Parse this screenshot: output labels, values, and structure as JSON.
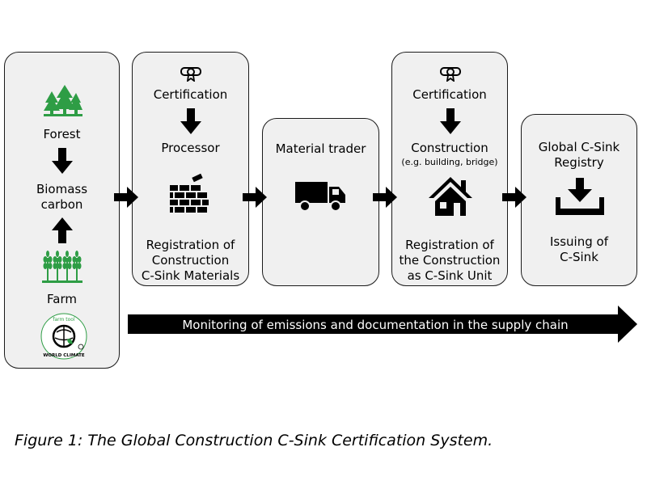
{
  "stages": {
    "farm_forest": {
      "forest": "Forest",
      "biomass_line1": "Biomass",
      "biomass_line2": "carbon",
      "farm": "Farm"
    },
    "processor": {
      "certification": "Certification",
      "processor": "Processor",
      "reg_line1": "Registration of",
      "reg_line2": "Construction",
      "reg_line3": "C-Sink Materials"
    },
    "trader": {
      "label": "Material trader"
    },
    "construction": {
      "certification": "Certification",
      "construction": "Construction",
      "construction_note": "(e.g. building, bridge)",
      "reg_line1": "Registration of",
      "reg_line2": "the Construction",
      "reg_line3": "as C-Sink Unit"
    },
    "registry": {
      "title_line1": "Global C-Sink",
      "title_line2": "Registry",
      "issue_line1": "Issuing of",
      "issue_line2": "C-Sink"
    }
  },
  "monitoring": "Monitoring of emissions and documentation in the supply chain",
  "logo": {
    "top_text": "farm tool",
    "bottom_text": "WORLD CLIMATE"
  },
  "caption": "Figure 1: The Global Construction C-Sink Certification System.",
  "colors": {
    "box_fill": "#f0f0f0",
    "accent_green": "#2e9d45",
    "arrow": "#000000"
  }
}
